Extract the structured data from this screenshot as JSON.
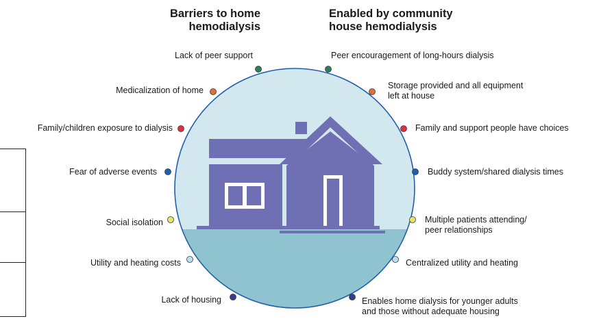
{
  "headings": {
    "left": [
      "Barriers to home",
      "hemodialysis"
    ],
    "right": [
      "Enabled by community",
      "house hemodialysis"
    ]
  },
  "barriers": [
    {
      "text": "Lack of peer support",
      "color": "#2e7d5b"
    },
    {
      "text": "Medicalization of home",
      "color": "#e0703a"
    },
    {
      "text": "Family/children exposure to dialysis",
      "color": "#d8323f"
    },
    {
      "text": "Fear of adverse events",
      "color": "#1f5fae"
    },
    {
      "text": "Social isolation",
      "color": "#e9e36a"
    },
    {
      "text": "Utility and heating costs",
      "color": "#b9dff0"
    },
    {
      "text": "Lack of housing",
      "color": "#3a3a8c"
    }
  ],
  "enablers": [
    {
      "lines": [
        "Peer encouragement of long-hours dialysis"
      ],
      "color": "#2e7d5b"
    },
    {
      "lines": [
        "Storage provided and all equipment",
        "left at house"
      ],
      "color": "#e0703a"
    },
    {
      "lines": [
        "Family and support people have choices"
      ],
      "color": "#d8323f"
    },
    {
      "lines": [
        "Buddy system/shared dialysis times"
      ],
      "color": "#1f5fae"
    },
    {
      "lines": [
        "Multiple patients attending/",
        "peer relationships"
      ],
      "color": "#e9e36a"
    },
    {
      "lines": [
        "Centralized utility and heating"
      ],
      "color": "#b9dff0"
    },
    {
      "lines": [
        "Enables home dialysis for younger adults",
        "and those without adequate housing"
      ],
      "color": "#3a3a8c"
    }
  ],
  "colors": {
    "sky": "#d3e8ee",
    "ground": "#8fc3d0",
    "ring": "#1f5fae",
    "house": "#6f6fb4",
    "window": "#ffffff"
  }
}
